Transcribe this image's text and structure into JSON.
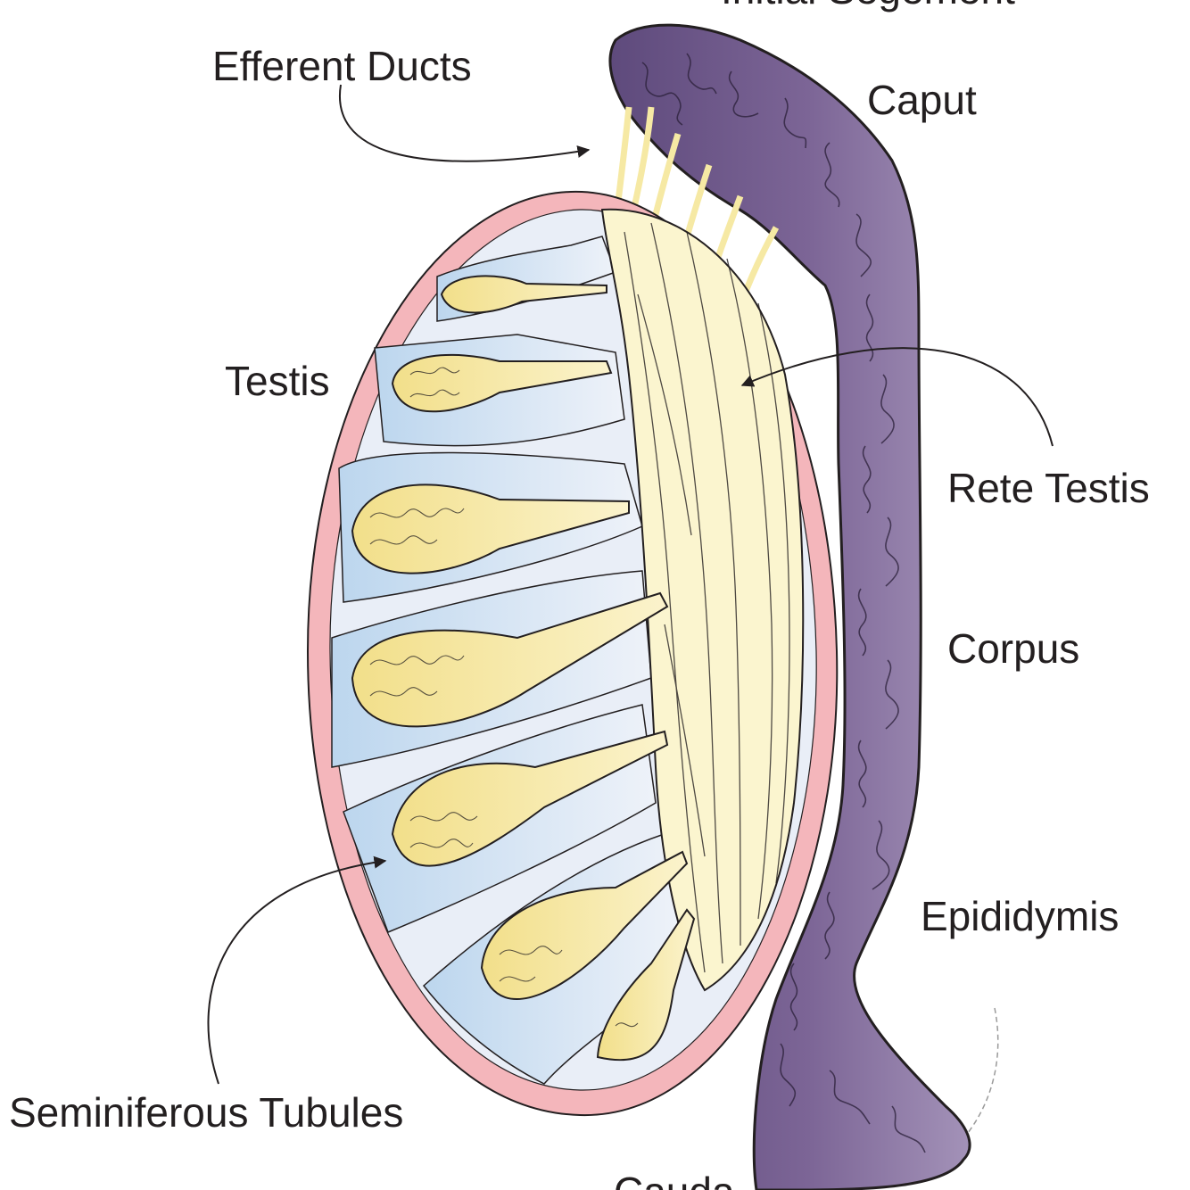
{
  "labels": {
    "initial_segment": "Initial Segement",
    "efferent_ducts": "Efferent Ducts",
    "caput": "Caput",
    "testis": "Testis",
    "rete_testis": "Rete Testis",
    "corpus": "Corpus",
    "epididymis": "Epididymis",
    "seminiferous_tubules": "Seminiferous Tubules",
    "cauda": "Cauda"
  },
  "colors": {
    "tunica": "#f4b6bb",
    "interior": "#e9eef7",
    "lobule": "#c9def1",
    "tubule": "#f6e9a4",
    "rete": "#fbf5cf",
    "epididymis": "#7c6596",
    "epididymis_light": "#a898bd",
    "ink": "#231f20"
  }
}
